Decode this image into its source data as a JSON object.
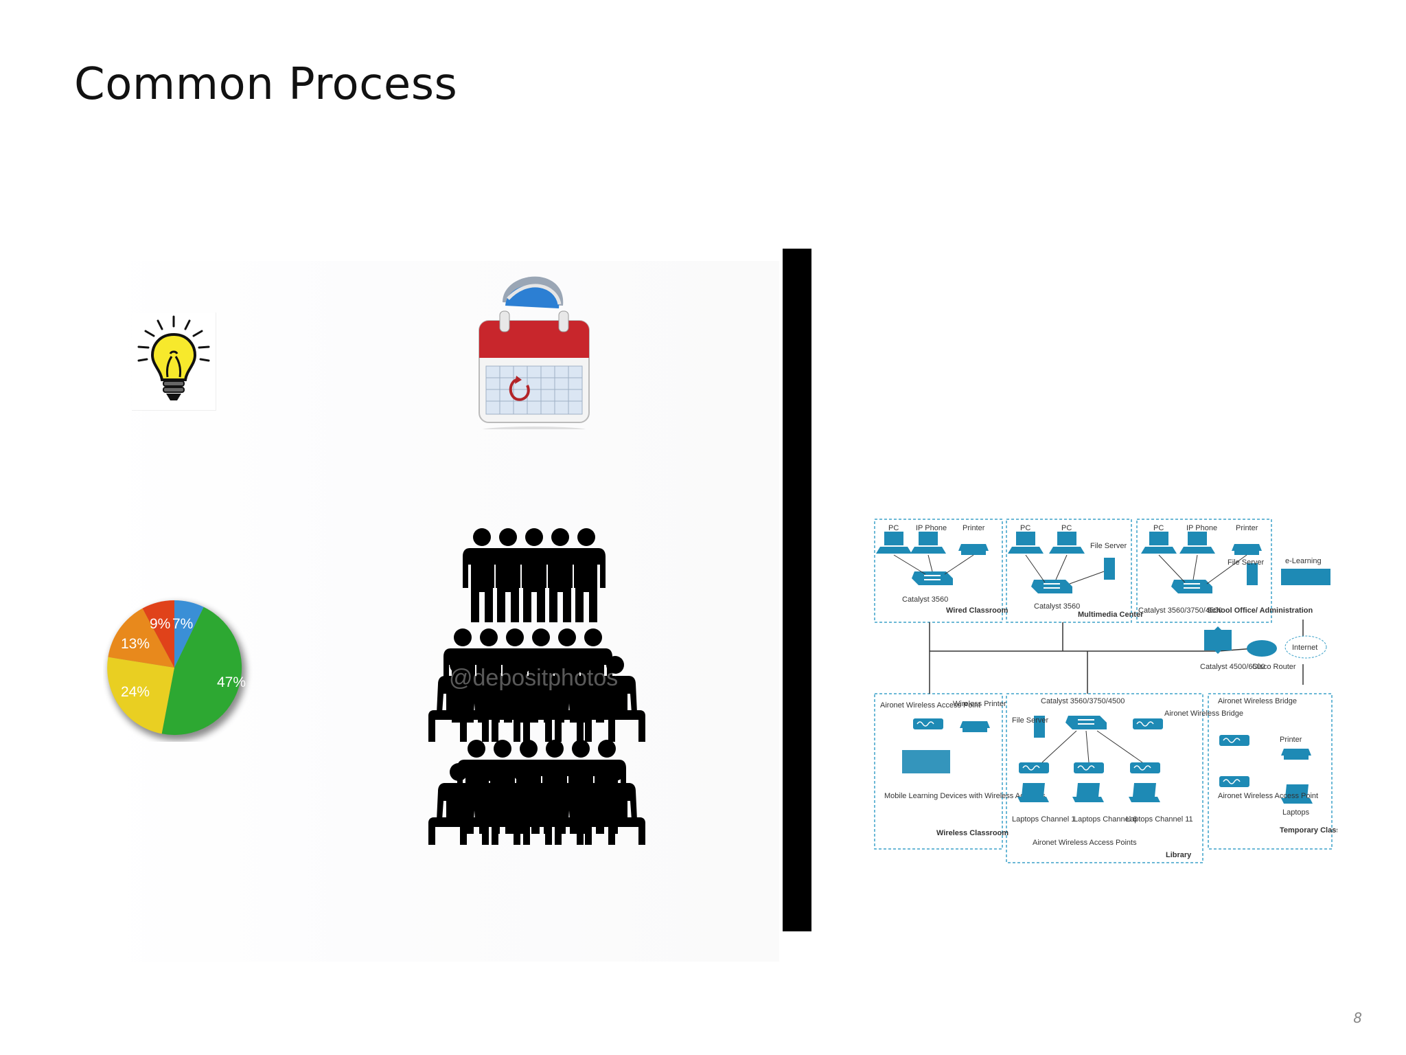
{
  "slide": {
    "title": "Common Process",
    "page_number": "8"
  },
  "pie": {
    "labels": [
      "47%",
      "24%",
      "13%",
      "9%",
      "7%"
    ]
  },
  "watermark": "@depositphotos",
  "network": {
    "panel_wired": {
      "pc": "PC",
      "ip_phone": "IP Phone",
      "printer": "Printer",
      "switch": "Catalyst 3560",
      "name": "Wired Classroom"
    },
    "panel_multimedia": {
      "pc1": "PC",
      "pc2": "PC",
      "file_server": "File Server",
      "switch": "Catalyst 3560",
      "name": "Multimedia Center"
    },
    "panel_school": {
      "pc": "PC",
      "ip_phone": "IP Phone",
      "printer": "Printer",
      "file_server": "File Server",
      "switch": "Catalyst 3560/3750/4500",
      "name": "School Office/ Administration"
    },
    "elearning": "e-Learning",
    "internet": "Internet",
    "core_switch": "Catalyst 4500/6500",
    "router": "Cisco Router",
    "panel_wireless": {
      "ap": "Aironet Wireless Access Point",
      "printer": "Wireless Printer",
      "devices": "Mobile Learning Devices with Wireless Adapters",
      "name": "Wireless Classroom"
    },
    "panel_library": {
      "switch": "Catalyst 3560/3750/4500",
      "file_server": "File Server",
      "bridge": "Aironet Wireless Bridge",
      "laptops1": "Laptops Channel 1",
      "laptops6": "Laptops Channel 6",
      "laptops11": "Laptops Channel 11",
      "aps": "Aironet Wireless Access Points",
      "name": "Library"
    },
    "panel_temporary": {
      "bridge": "Aironet Wireless Bridge",
      "printer": "Printer",
      "ap": "Aironet Wireless Access Point",
      "laptops": "Laptops",
      "name": "Temporary Classroom"
    }
  },
  "colors": {
    "network_blue": "#1e8ab5",
    "dashed_border": "#3aa0c8",
    "pie_green": "#2da832",
    "pie_yellow": "#e9cf22",
    "pie_orange": "#e8891c",
    "pie_red": "#e0421a",
    "pie_blue": "#3a8fd6"
  }
}
